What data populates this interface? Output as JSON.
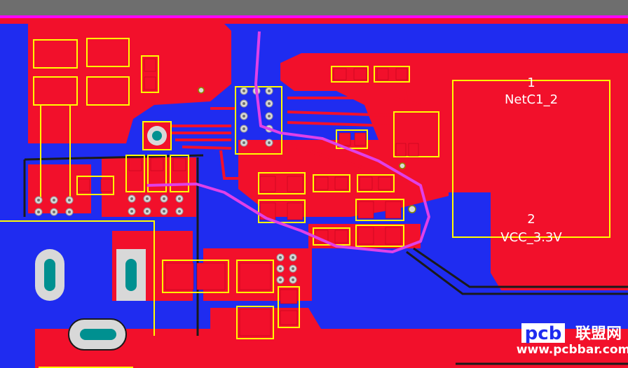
{
  "connector": {
    "pin1_number": "1",
    "pin1_net": "NetC1_2",
    "pin2_number": "2",
    "pin2_net": "VCC_3.3V"
  },
  "watermark": {
    "logo": "pcb",
    "cn": "联盟网",
    "url": "www.pcbbar.com"
  },
  "colors": {
    "bottom_copper": "#1f2cf0",
    "top_copper": "#f2102b",
    "silkscreen": "#ffff00",
    "keepout": "#ff00ff",
    "highlight_trace": "#e040e8",
    "pad": "#d8d8d8",
    "drill": "#009090",
    "board_edge": "#6e6e6e"
  }
}
